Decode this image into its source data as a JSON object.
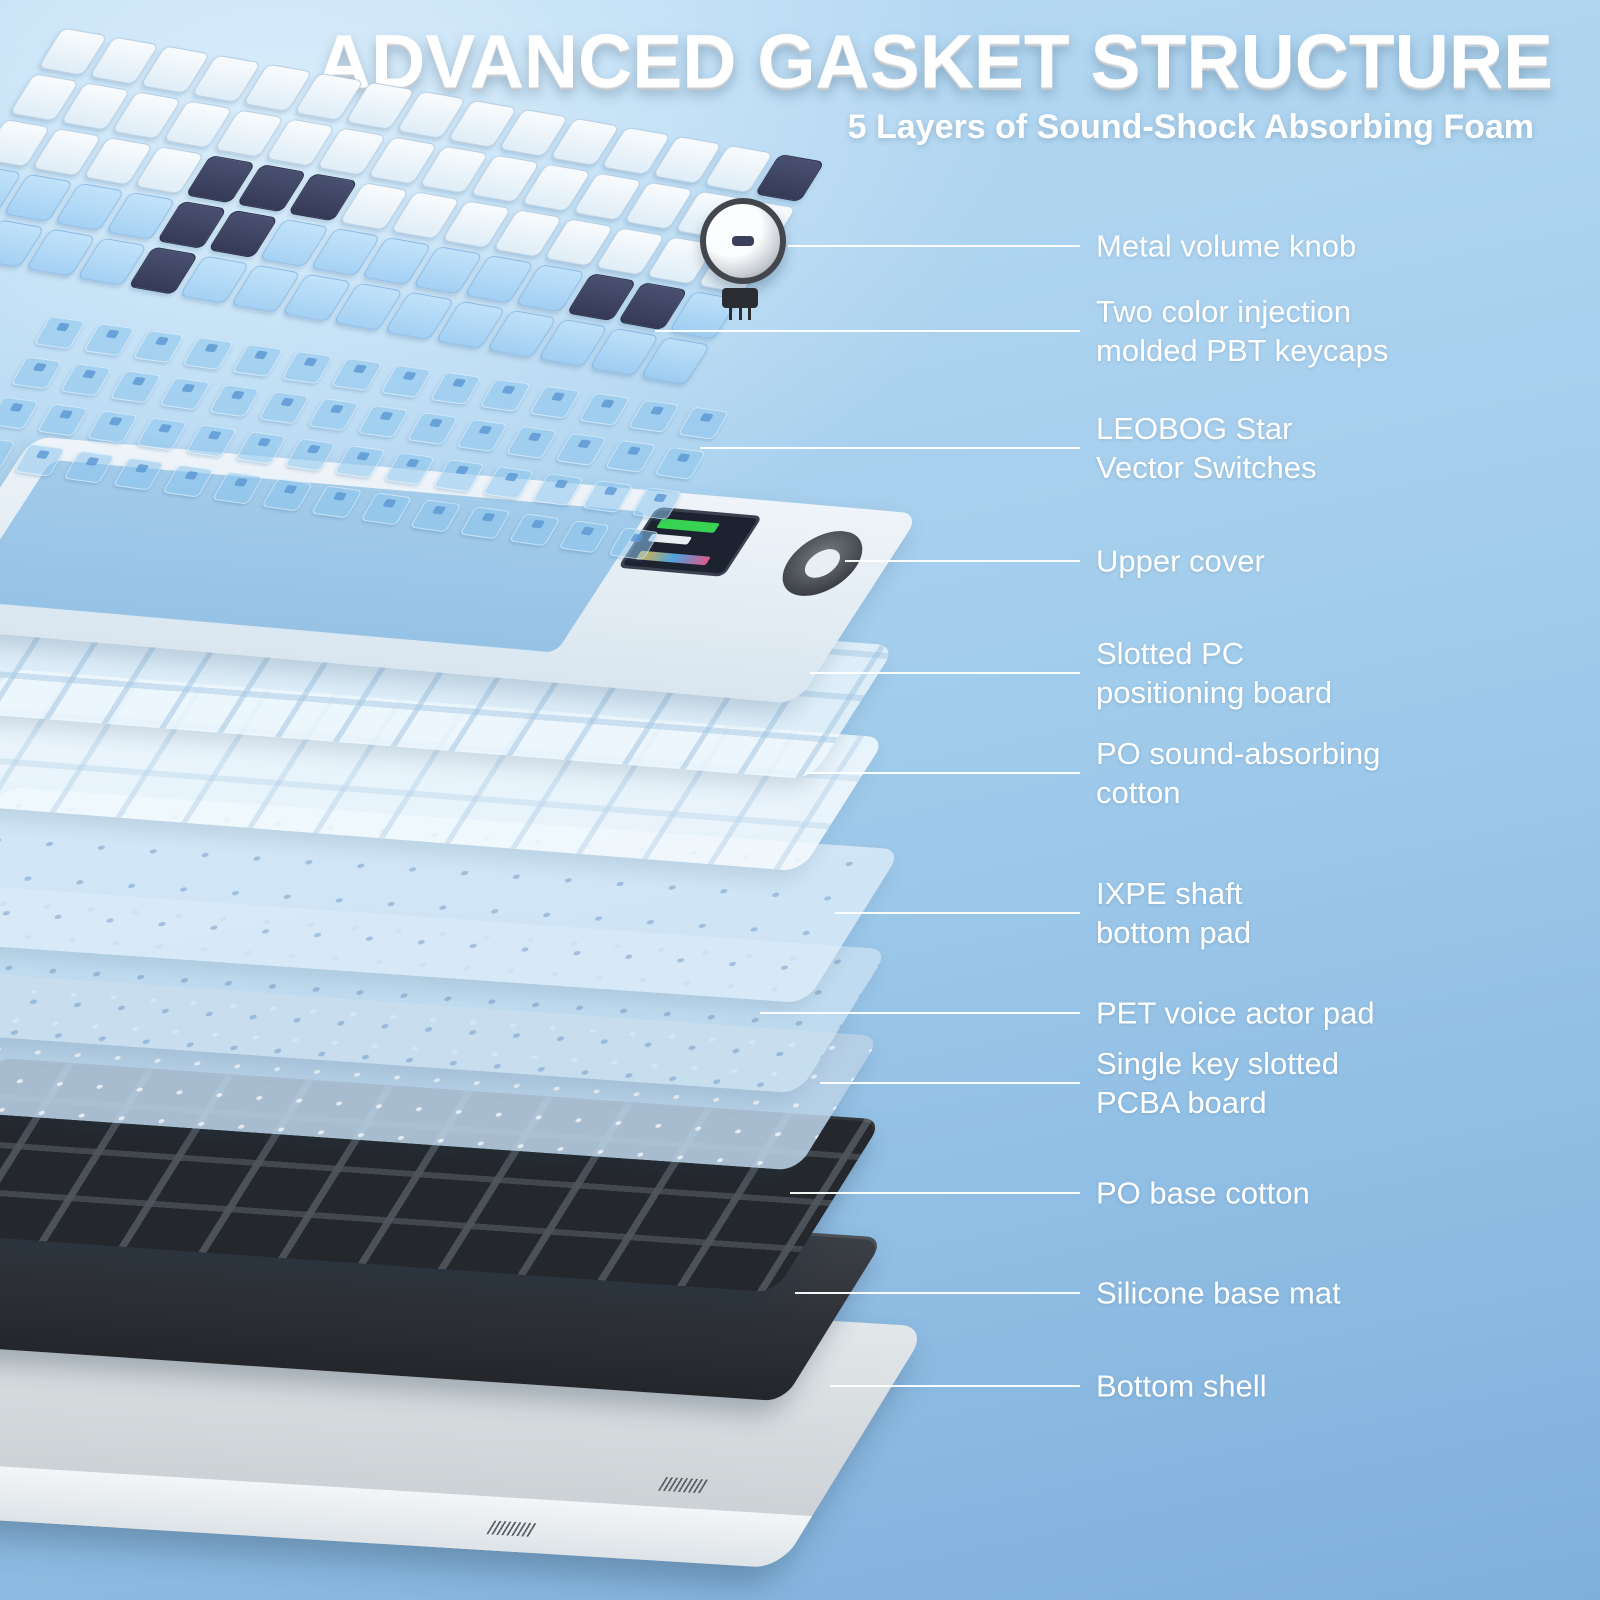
{
  "header": {
    "title": "ADVANCED GASKET STRUCTURE",
    "subtitle": "5 Layers of Sound-Shock Absorbing Foam"
  },
  "callouts": [
    {
      "line1": "Metal volume knob"
    },
    {
      "line1": "Two color injection",
      "line2": "molded PBT keycaps"
    },
    {
      "line1": "LEOBOG Star",
      "line2": "Vector Switches"
    },
    {
      "line1": "Upper cover"
    },
    {
      "line1": "Slotted PC",
      "line2": "positioning board"
    },
    {
      "line1": "PO sound-absorbing",
      "line2": "cotton"
    },
    {
      "line1": "IXPE shaft",
      "line2": "bottom pad"
    },
    {
      "line1": "PET voice actor pad"
    },
    {
      "line1": "Single key slotted",
      "line2": "PCBA board"
    },
    {
      "line1": "PO base cotton"
    },
    {
      "line1": "Silicone base mat"
    },
    {
      "line1": "Bottom shell"
    }
  ],
  "colors": {
    "background_top": "#b9dbf4",
    "background_bottom": "#7fb0dc",
    "label_text": "#ffffff",
    "dark_keycap": "#3a3f5c",
    "light_keycap": "#eef5fa",
    "switch_blue": "#8ec4ec",
    "foam_black": "#24272b",
    "silicone_gray": "#2f3338",
    "shell_gray": "#d3d9dd",
    "screen_green": "#39d353"
  }
}
